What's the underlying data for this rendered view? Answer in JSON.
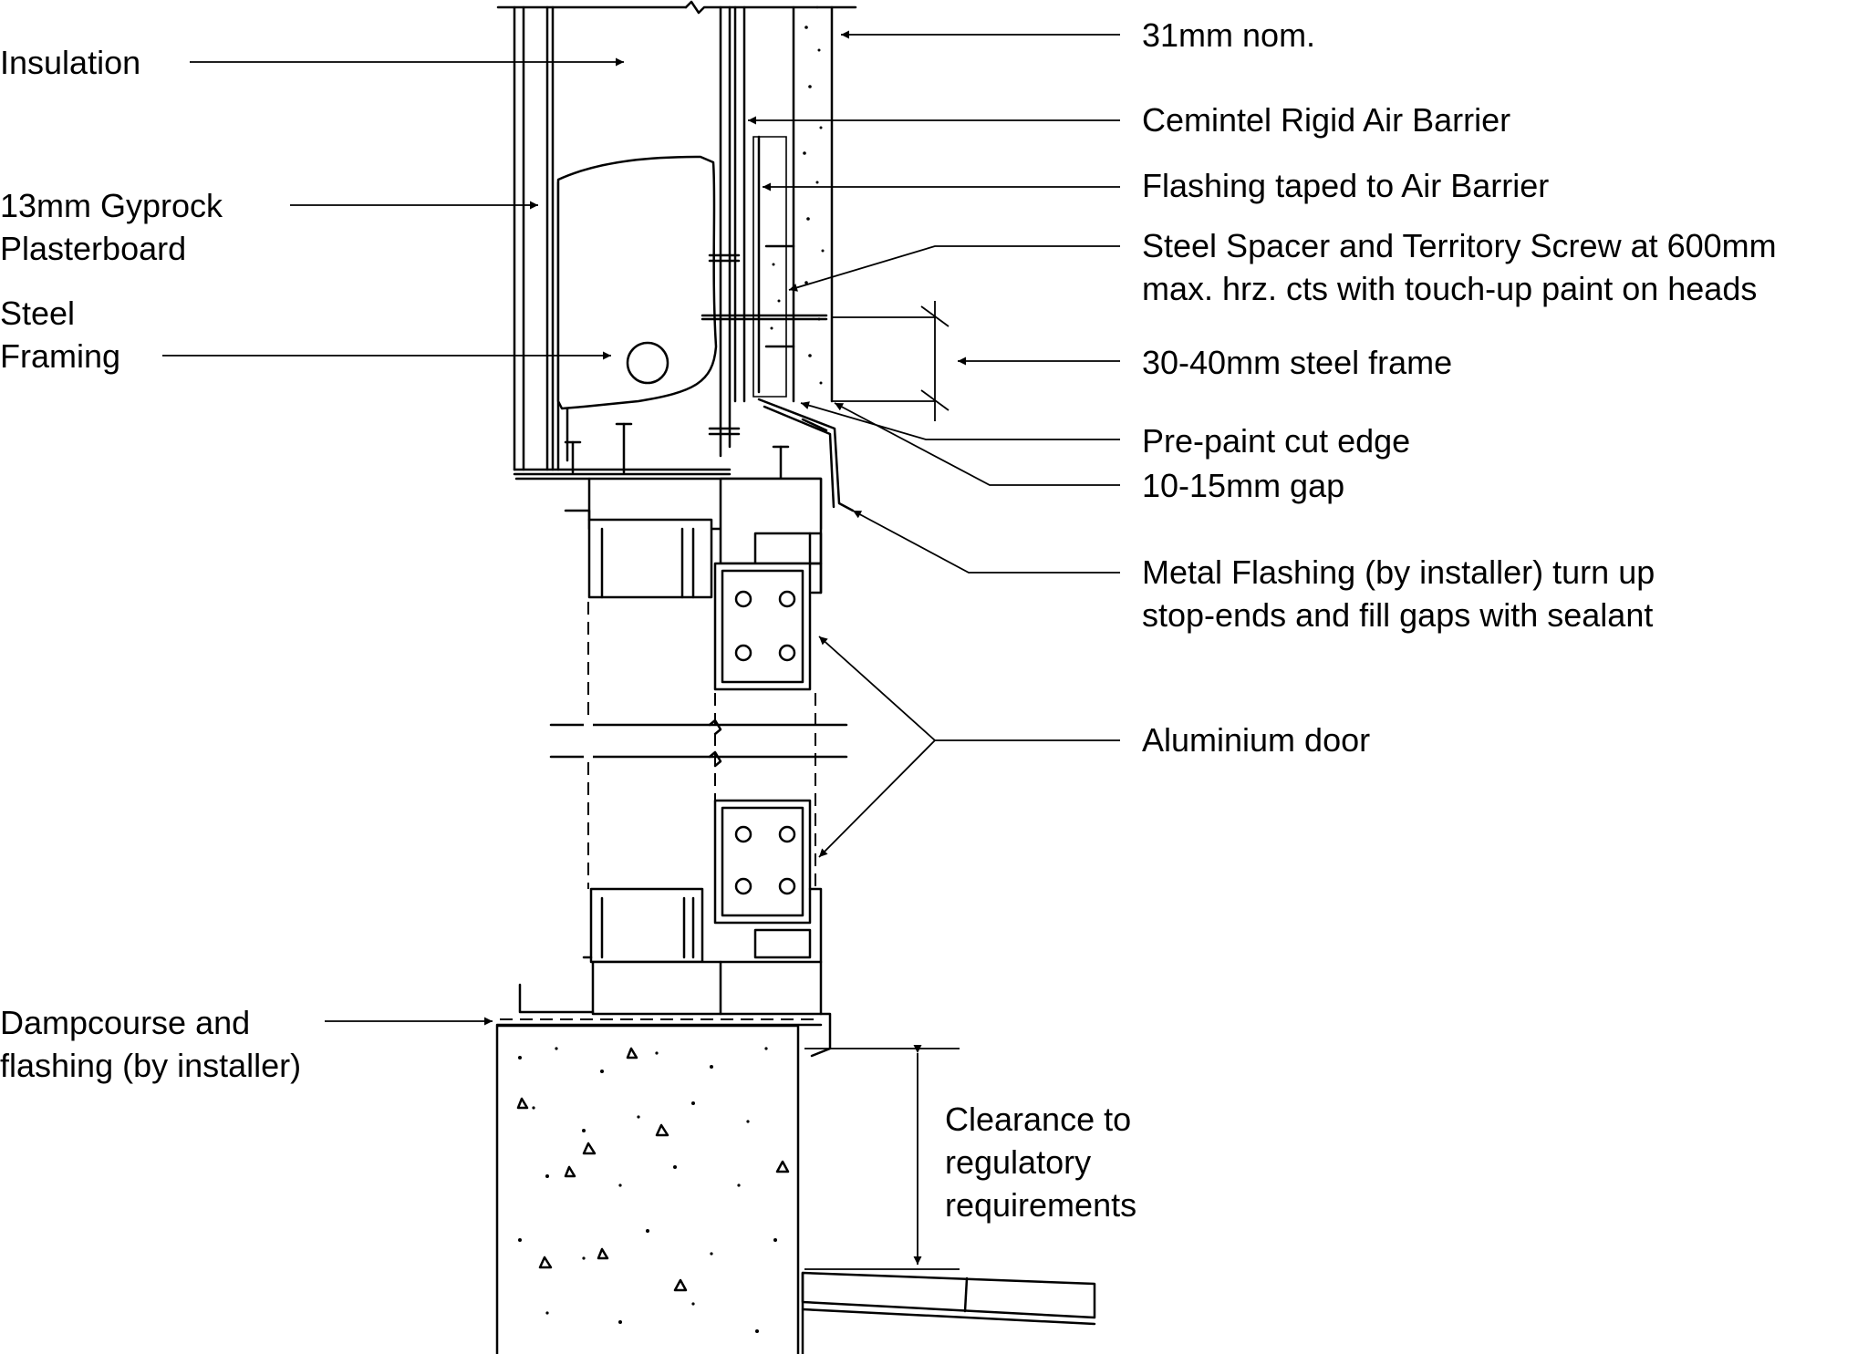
{
  "labels": {
    "insulation": "Insulation",
    "plasterboard": [
      "13mm Gyprock",
      "Plasterboard"
    ],
    "steel_framing": [
      "Steel",
      "Framing"
    ],
    "dampcourse": [
      "Dampcourse and",
      "flashing (by installer)"
    ],
    "nom_31mm": "31mm nom.",
    "air_barrier": "Cemintel Rigid Air Barrier",
    "flashing_taped": "Flashing taped to Air Barrier",
    "spacer_screw": [
      "Steel Spacer and Territory Screw at 600mm",
      "max. hrz. cts with touch-up paint on heads"
    ],
    "steel_frame_30_40": "30-40mm steel frame",
    "pre_paint": "Pre-paint cut edge",
    "gap_10_15": "10-15mm gap",
    "metal_flashing": [
      "Metal Flashing (by installer) turn up",
      "stop-ends and fill gaps with sealant"
    ],
    "aluminium_door": "Aluminium door",
    "clearance": [
      "Clearance to",
      "regulatory",
      "requirements"
    ]
  },
  "colors": {
    "line": "#000000",
    "background": "#ffffff"
  }
}
